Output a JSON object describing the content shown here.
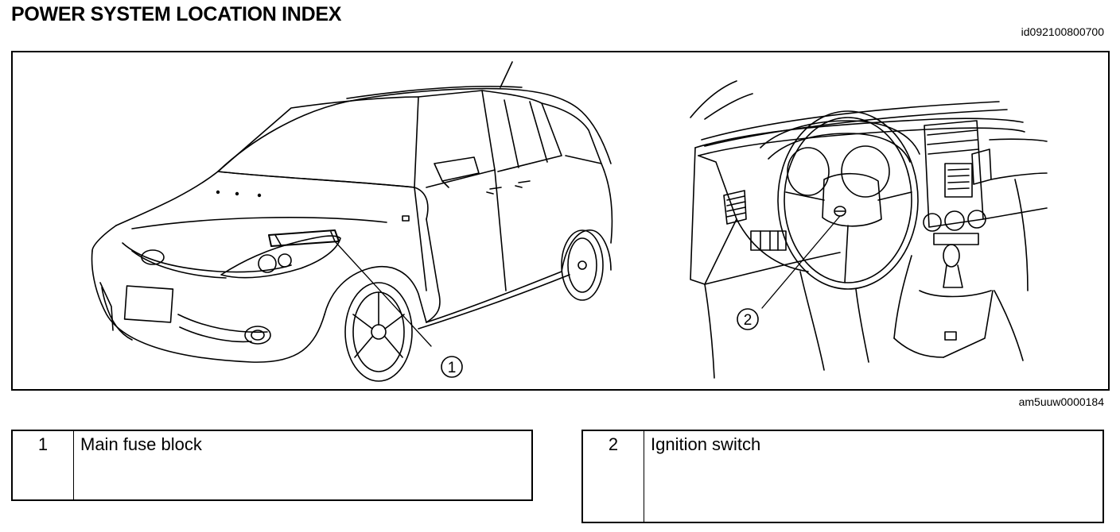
{
  "header": {
    "title": "POWER SYSTEM LOCATION INDEX",
    "doc_id": "id092100800700"
  },
  "figure": {
    "figure_id": "am5uuw0000184",
    "callouts": [
      {
        "number": "1",
        "label": "Main fuse block"
      },
      {
        "number": "2",
        "label": "Ignition switch"
      }
    ],
    "icons": [
      "minivan-illustration",
      "dashboard-illustration"
    ]
  },
  "legend": [
    {
      "number": "1",
      "description": "Main fuse block"
    },
    {
      "number": "2",
      "description": "Ignition switch"
    }
  ]
}
